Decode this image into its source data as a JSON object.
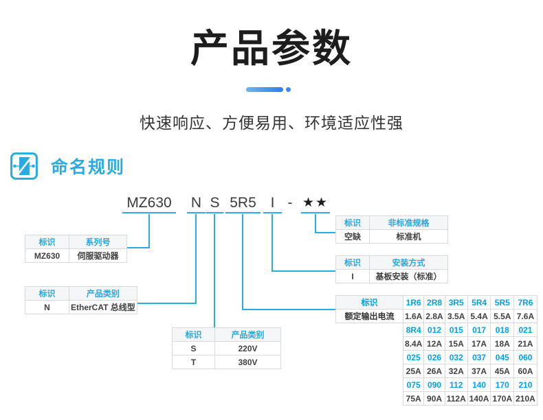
{
  "page": {
    "title": "产品参数",
    "subtitle": "快速响应、方便易用、环境适应性强",
    "section_title": "命名规则"
  },
  "model": {
    "segments": [
      {
        "text": "MZ630"
      },
      {
        "text": "N"
      },
      {
        "text": "S"
      },
      {
        "text": "5R5"
      },
      {
        "text": "I"
      },
      {
        "text": "-"
      },
      {
        "text": "★★"
      }
    ]
  },
  "tables": {
    "series": {
      "headers": [
        "标识",
        "系列号"
      ],
      "rows": [
        [
          "MZ630",
          "伺服驱动器"
        ]
      ]
    },
    "category": {
      "headers": [
        "标识",
        "产品类别"
      ],
      "rows": [
        [
          "N",
          "EtherCAT 总线型"
        ]
      ]
    },
    "voltage": {
      "headers": [
        "标识",
        "产品类别"
      ],
      "rows": [
        [
          "S",
          "220V"
        ],
        [
          "T",
          "380V"
        ]
      ]
    },
    "nonstandard": {
      "headers": [
        "标识",
        "非标准规格"
      ],
      "rows": [
        [
          "空缺",
          "标准机"
        ]
      ]
    },
    "mounting": {
      "headers": [
        "标识",
        "安装方式"
      ],
      "rows": [
        [
          "I",
          "基板安装（标准）"
        ]
      ]
    },
    "current": {
      "label_col": [
        "标识",
        "额定输出电流"
      ],
      "rows": [
        {
          "type": "code",
          "cells": [
            "1R6",
            "2R8",
            "3R5",
            "5R4",
            "5R5",
            "7R6"
          ]
        },
        {
          "type": "value",
          "cells": [
            "1.6A",
            "2.8A",
            "3.5A",
            "5.4A",
            "5.5A",
            "7.6A"
          ]
        },
        {
          "type": "code",
          "cells": [
            "8R4",
            "012",
            "015",
            "017",
            "018",
            "021"
          ]
        },
        {
          "type": "value",
          "cells": [
            "8.4A",
            "12A",
            "15A",
            "17A",
            "18A",
            "21A"
          ]
        },
        {
          "type": "code",
          "cells": [
            "025",
            "026",
            "032",
            "037",
            "045",
            "060"
          ]
        },
        {
          "type": "value",
          "cells": [
            "25A",
            "26A",
            "32A",
            "37A",
            "45A",
            "60A"
          ]
        },
        {
          "type": "code",
          "cells": [
            "075",
            "090",
            "112",
            "140",
            "170",
            "210"
          ]
        },
        {
          "type": "value",
          "cells": [
            "75A",
            "90A",
            "112A",
            "140A",
            "170A",
            "210A"
          ]
        }
      ]
    }
  },
  "colors": {
    "accent_blue": "#29abe2",
    "code_blue": "#00a0e9",
    "title_black": "#1d1d1d",
    "table_border": "#d9d9d9",
    "header_bg": "#f5f6f8",
    "divider_gradient_start": "#6db4ef",
    "divider_gradient_end": "#2f7ce9"
  }
}
